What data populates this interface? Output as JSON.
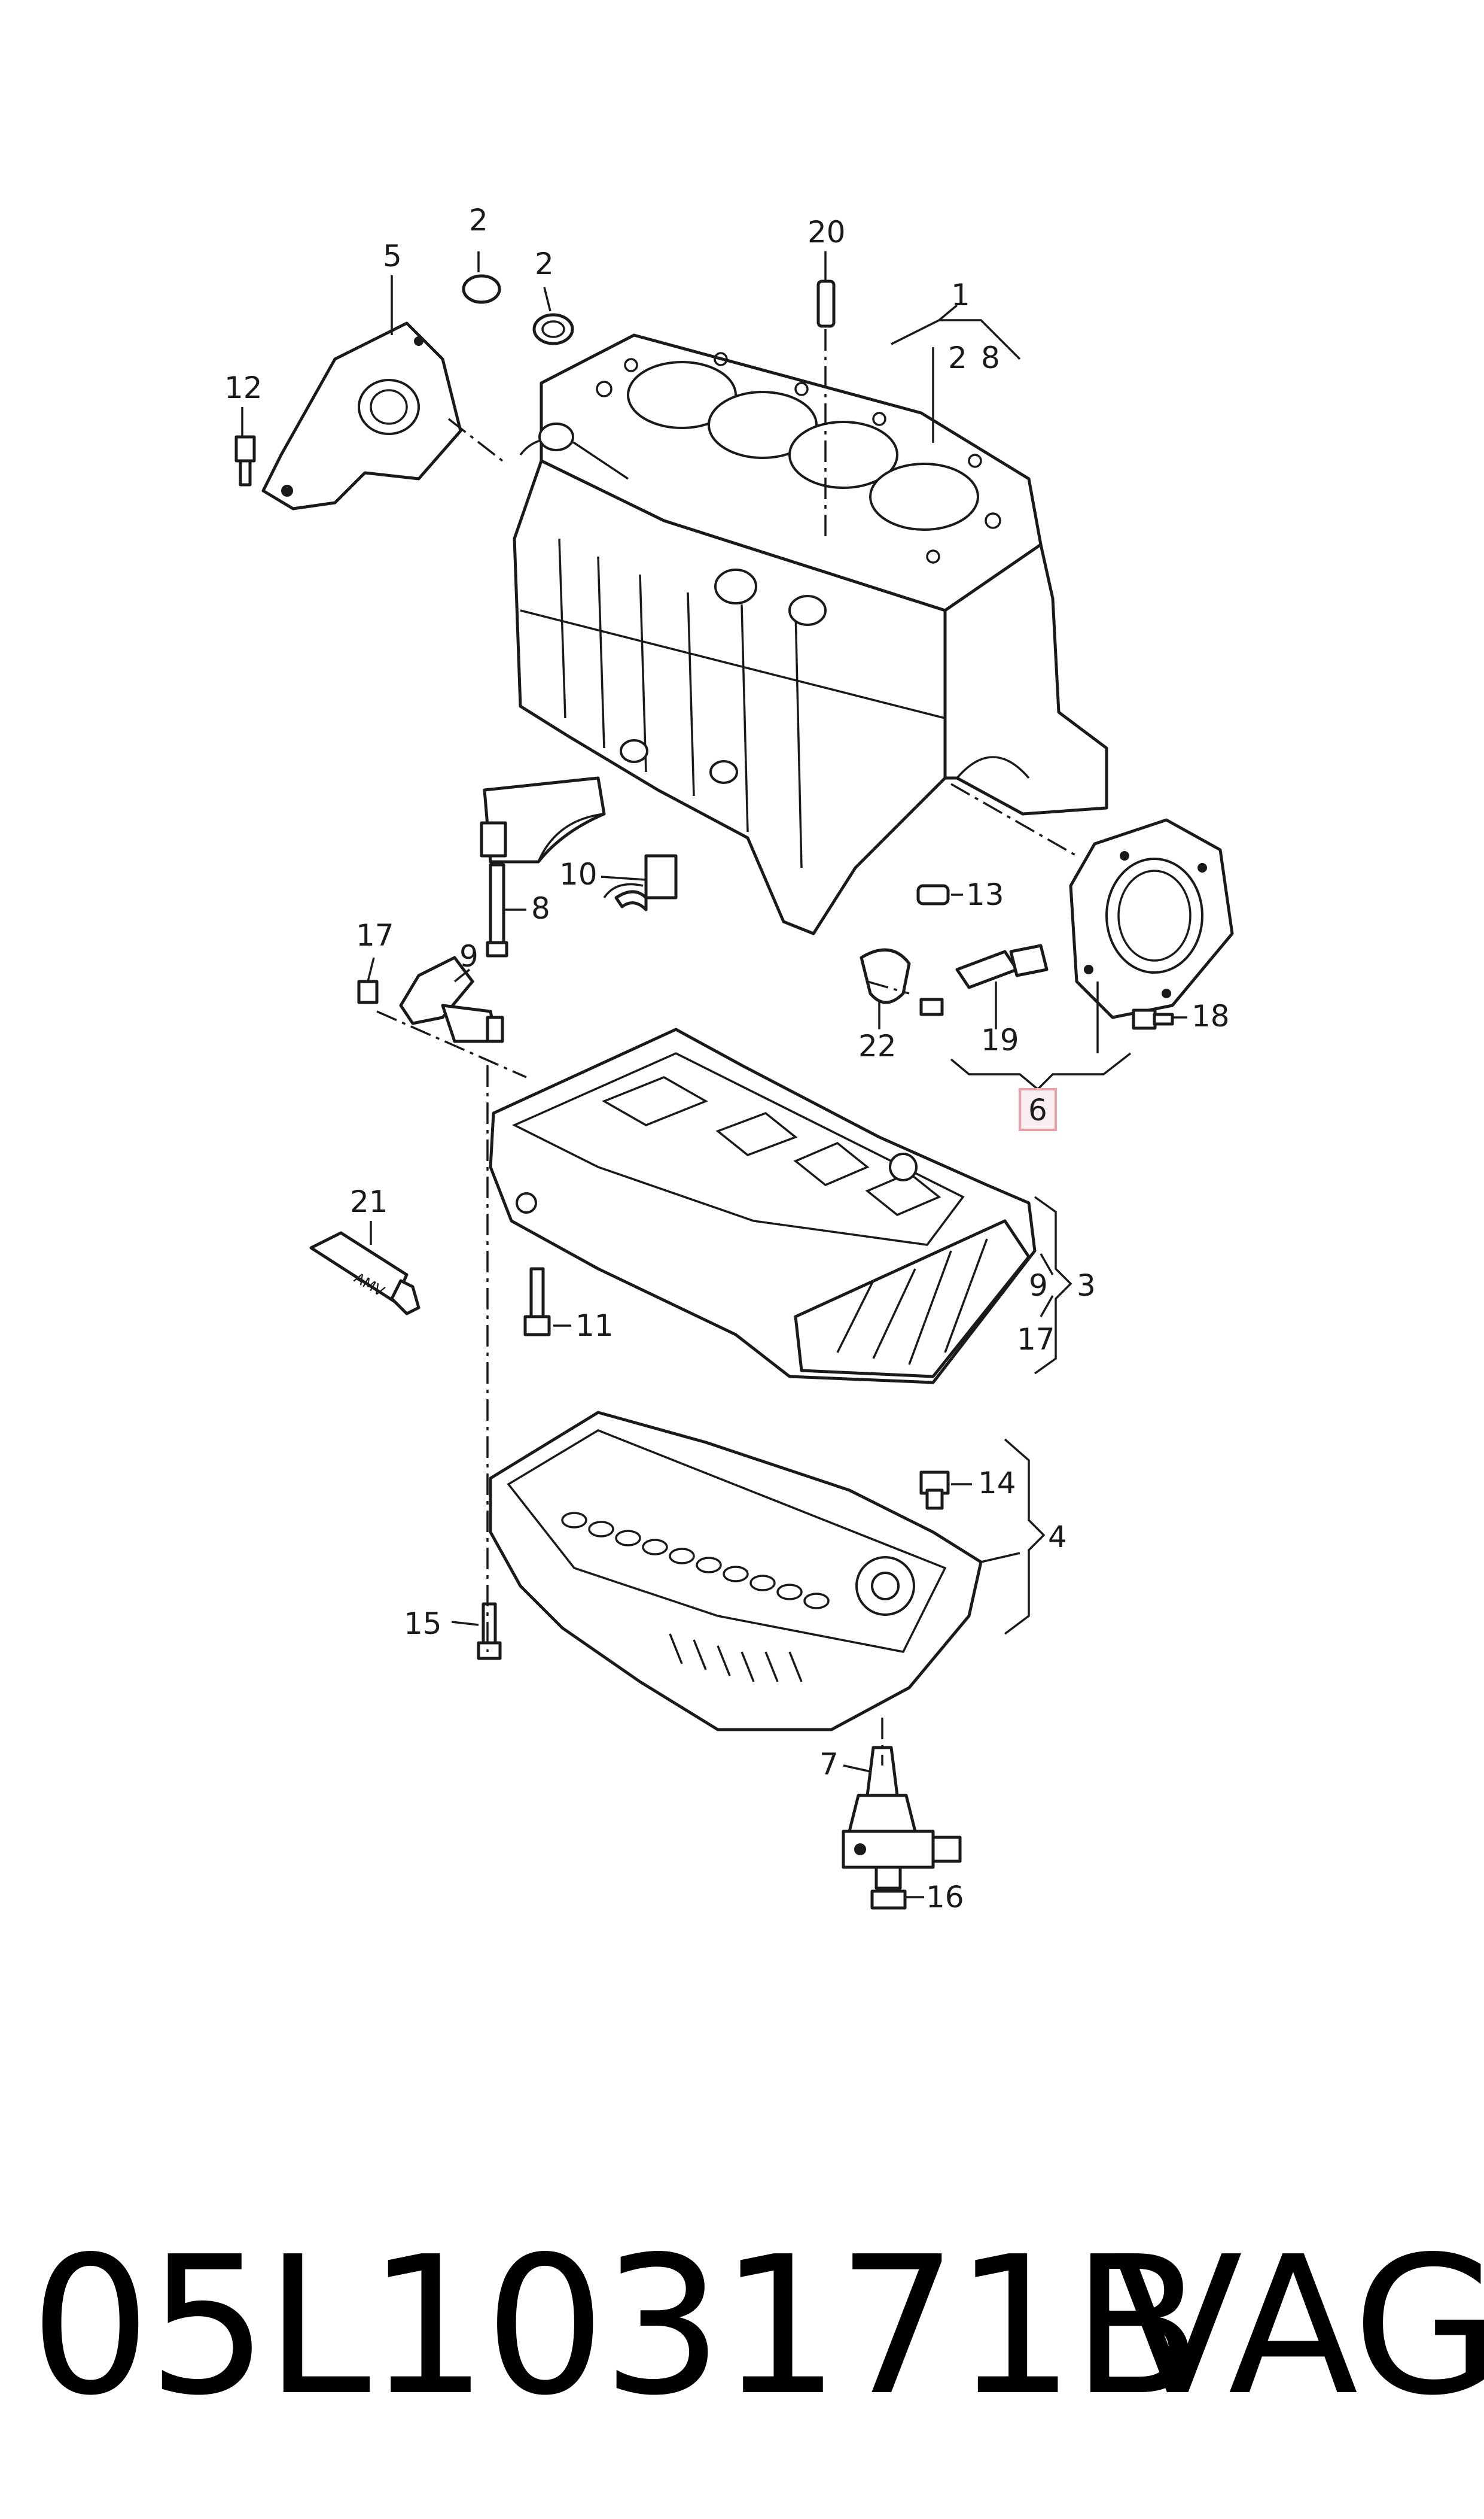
{
  "callouts": {
    "c1": "1",
    "c2a": "2",
    "c2b": "2",
    "c2c": "2",
    "c8a": "8",
    "c5": "5",
    "c12": "12",
    "c20": "20",
    "c10": "10",
    "c13": "13",
    "c8b": "8",
    "c17a": "17",
    "c9a": "9",
    "c22": "22",
    "c19": "19",
    "c18": "18",
    "c6": "6",
    "c21": "21",
    "c9b": "9",
    "c17b": "17",
    "c3": "3",
    "c11": "11",
    "c14": "14",
    "c4": "4",
    "c15": "15",
    "c7": "7",
    "c16": "16"
  },
  "tube_label": "AMV",
  "highlight_color": "#e8a0a8",
  "footer": {
    "part_number": "05L103171B",
    "brand": "VAG"
  }
}
